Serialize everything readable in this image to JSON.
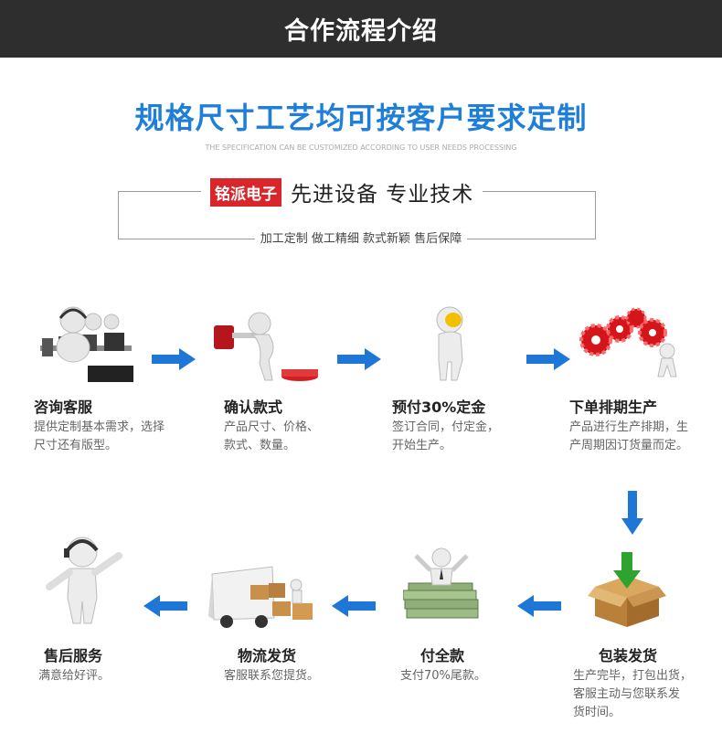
{
  "header": {
    "title": "合作流程介绍"
  },
  "headline": "规格尺寸工艺均可按客户要求定制",
  "subline": "THE SPECIFICATION CAN BE CUSTOMIZED ACCORDING TO USER NEEDS PROCESSING",
  "brand": "铭派电子",
  "slogan": "先进设备  专业技术",
  "tagline": "加工定制  做工精细  款式新颖  售后保障",
  "colors": {
    "header_bg": "#2e2e2e",
    "accent_blue": "#1f7fd8",
    "brand_red": "#d9262b",
    "arrow_blue": "#1e77d6"
  },
  "steps": [
    {
      "name": "咨询客服",
      "desc_lines": [
        "提供定制基本需求，选择",
        "尺寸还有版型。"
      ],
      "icon": "call-center-icon"
    },
    {
      "name": "确认款式",
      "desc_lines": [
        "产品尺寸、价格、",
        "款式、数量。"
      ],
      "icon": "hammer-confirm-icon"
    },
    {
      "name": "预付30%定金",
      "desc_lines": [
        "签订合同，付定金，",
        "开始生产。"
      ],
      "icon": "coin-deposit-icon"
    },
    {
      "name": "下单排期生产",
      "desc_lines": [
        "产品进行生产排期，生",
        "产周期因订货量而定。"
      ],
      "icon": "gears-production-icon"
    },
    {
      "name": "包装发货",
      "desc_lines": [
        "生产完毕，打包出货，",
        "客服主动与您联系发",
        "货时间。"
      ],
      "icon": "package-box-icon"
    },
    {
      "name": "付全款",
      "desc_lines": [
        "支付70%尾款。"
      ],
      "icon": "money-pile-icon"
    },
    {
      "name": "物流发货",
      "desc_lines": [
        "客服联系您提货。"
      ],
      "icon": "delivery-truck-icon"
    },
    {
      "name": "售后服务",
      "desc_lines": [
        "满意给好评。"
      ],
      "icon": "headset-service-icon"
    }
  ]
}
